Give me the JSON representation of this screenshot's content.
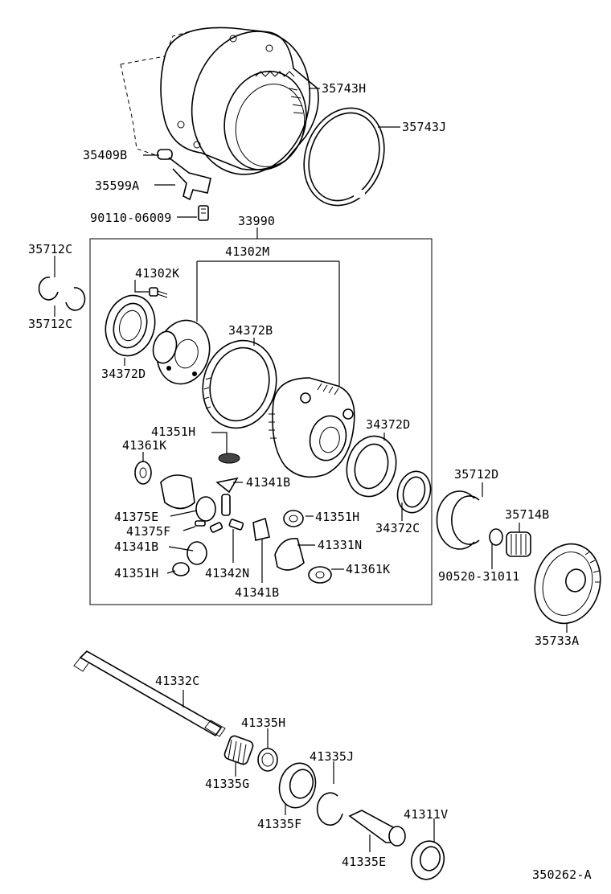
{
  "labels": {
    "35743H": "35743H",
    "35743J": "35743J",
    "35409B": "35409B",
    "35599A": "35599A",
    "90110-06009": "90110-06009",
    "33990": "33990",
    "41302M": "41302M",
    "41302K": "41302K",
    "35712C_top": "35712C",
    "35712C_bottom": "35712C",
    "34372B": "34372B",
    "34372D_left": "34372D",
    "34372D_right": "34372D",
    "41351H_top": "41351H",
    "41361K_left": "41361K",
    "41341B_top": "41341B",
    "41375E": "41375E",
    "41351H_mid": "41351H",
    "41375F": "41375F",
    "41331N": "41331N",
    "34372C": "34372C",
    "41341B_left": "41341B",
    "41342N": "41342N",
    "41361K_right": "41361K",
    "41351H_bottom": "41351H",
    "41341B_bottom": "41341B",
    "35712D": "35712D",
    "35714B": "35714B",
    "90520-31011": "90520-31011",
    "35733A": "35733A",
    "41332C": "41332C",
    "41335H": "41335H",
    "41335J": "41335J",
    "41335G": "41335G",
    "41335F": "41335F",
    "41311V": "41311V",
    "41335E": "41335E",
    "drawing_number": "350262-A"
  }
}
